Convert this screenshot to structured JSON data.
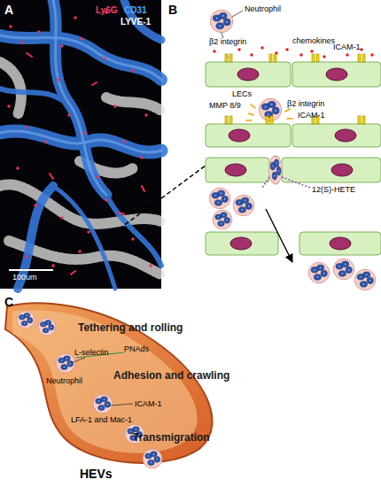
{
  "diagram": {
    "nodes": [
      {
        "text": [
          "A"
        ]
      },
      {
        "text": [
          "B"
        ]
      },
      {
        "text": [
          "C"
        ]
      }
    ],
    "edges": [
      {
        "from": 0,
        "to": 1,
        "arrow": "none"
      }
    ],
    "labels": [
      "Ly6G",
      "CD31",
      "LYVE-1",
      "100um",
      "Neutrophil",
      "β2 integrin",
      "chemokines",
      "ICAM-1",
      "LECs",
      "MMP 8/9",
      "β2 integrin",
      "ICAM-1",
      "12(S)-HETE",
      "Tethering and rolling",
      "L-selectin",
      "PNAds",
      "Neutrophil",
      "Adhesion and crawling",
      "ICAM-1",
      "LFA-1 and Mac-1",
      "Transmigration",
      "HEVs"
    ]
  }
}
